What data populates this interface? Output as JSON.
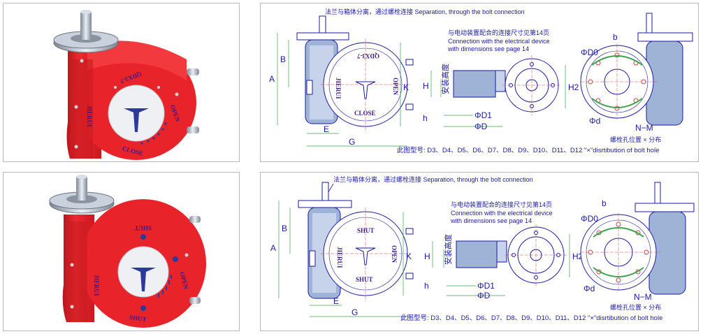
{
  "photo_top": {
    "housing_text": "QDX3-7",
    "brand": "JIERUI",
    "open_label": "OPEN",
    "close_label": "CLOSE"
  },
  "photo_bottom": {
    "brand": "JIERUI",
    "shut_top": "SHUT",
    "shut_bottom": "SHUT",
    "open_label": "OPEN"
  },
  "drawing_top": {
    "flange_note": "法兰与箱体分离，通过螺栓连接 Separation, through the bolt connection",
    "conn_note_cn": "与电动装置配合的连接尺寸见第14页",
    "conn_note_en1": "Connection with the electrical device",
    "conn_note_en2": "with dimensions see page 14",
    "install_height": "安装高度",
    "bolt_cn": "螺栓孔位置 × 分布",
    "bolt_nm": "N−M",
    "models_caption": "此图型号: D3、D4、D5、D6、D7、D8、D9、D10、D11、D12 \"×\"disrtibution of bolt hole",
    "dial_brand": "JIERUI",
    "dial_code": "QDX3-7",
    "dial_open": "OPEN",
    "dial_close": "CLOSE",
    "dims": {
      "A": "A",
      "B": "B",
      "E": "E",
      "G": "G",
      "K": "K",
      "H": "H",
      "h": "h",
      "H2": "H2",
      "D1": "ΦD1",
      "D": "ΦD",
      "D0": "ΦD0",
      "d": "Φd",
      "b": "b"
    }
  },
  "drawing_bottom": {
    "flange_note": "法兰与箱体分离，通过螺栓连接 Separation, through the bolt connection",
    "conn_note_cn": "与电动装置配合的连接尺寸见第14页",
    "conn_note_en1": "Connection with the electrical device",
    "conn_note_en2": "with dimensions see page 14",
    "install_height": "安装高度",
    "bolt_cn": "螺栓孔位置 × 分布",
    "bolt_nm": "N−M",
    "models_caption": "此图型号: D3、D4、D5、D6、D7、D8、D9、D10、D11、D12 \"×\"disrtibution of bolt hole",
    "dial_brand": "JIERUI",
    "dial_shut_top": "SHUT",
    "dial_shut_bottom": "SHUT",
    "dial_open": "OPEN",
    "dims": {
      "A": "A",
      "B": "B",
      "E": "E",
      "G": "G",
      "K": "K",
      "H": "H",
      "h": "h",
      "H2": "H2",
      "D1": "ΦD1",
      "D": "ΦD",
      "D0": "ΦD0",
      "d": "Φd",
      "b": "b"
    }
  },
  "colors": {
    "body_red": "#e8232a",
    "dark_red": "#b4151a",
    "line_blue": "#1a1aa0",
    "dim_green": "#3aa24a",
    "steel": "#a9b4c4",
    "draw_body": "#9fb3d6"
  }
}
